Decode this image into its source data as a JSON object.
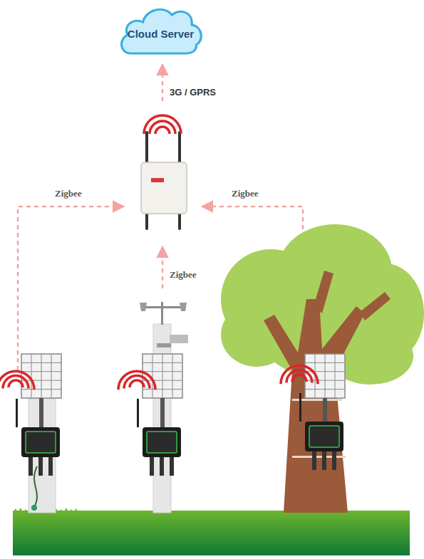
{
  "diagram": {
    "nodes": [
      {
        "text": [
          "Cloud Server"
        ]
      }
    ],
    "labels": [
      "3G / GPRS",
      "Zigbee",
      "Zigbee",
      "Zigbee"
    ]
  }
}
